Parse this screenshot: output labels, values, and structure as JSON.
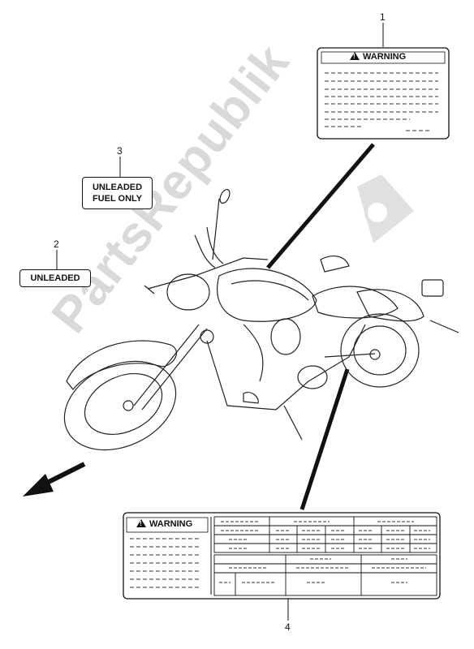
{
  "callouts": [
    {
      "number": "1"
    },
    {
      "number": "2",
      "label": "UNLEADED"
    },
    {
      "number": "3",
      "label_lines": [
        "UNLEADED",
        "FUEL ONLY"
      ]
    },
    {
      "number": "4"
    }
  ],
  "warning_label_1": {
    "title": "WARNING"
  },
  "warning_label_4": {
    "title": "WARNING"
  },
  "watermark": "PartsRepublik",
  "icons": [
    "front-direction-arrow-icon",
    "gear-logo-icon",
    "warning-triangle-icon"
  ]
}
